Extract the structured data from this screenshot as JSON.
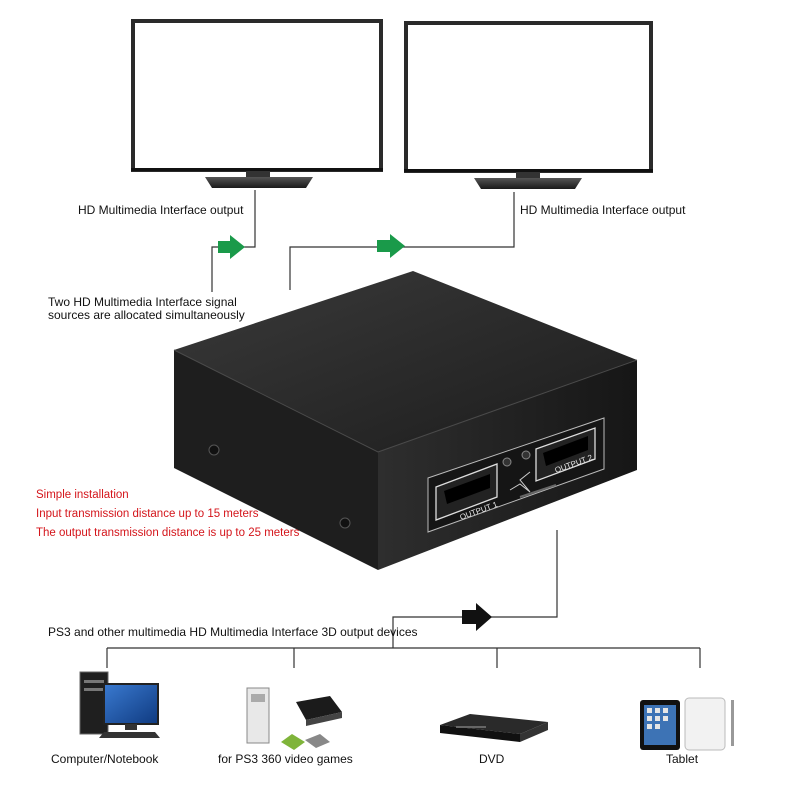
{
  "labels": {
    "output_left": "HD Multimedia Interface output",
    "output_right": "HD Multimedia Interface output",
    "sources_line1": "Two HD Multimedia Interface signal",
    "sources_line2": "sources are allocated simultaneously",
    "feature_1": "Simple installation",
    "feature_2": "Input transmission distance up to 15 meters",
    "feature_3": "The output transmission distance is up to 25 meters",
    "devices_caption": "PS3 and other multimedia HD Multimedia Interface 3D output devices",
    "device_computer": "Computer/Notebook",
    "device_games": "for PS3 360 video games",
    "device_dvd": "DVD",
    "device_tablet": "Tablet",
    "port_1": "OUTPUT 1",
    "port_2": "OUTPUT 2"
  },
  "colors": {
    "arrow_green": "#1a9a4a",
    "feature_red": "#d4151b",
    "device_body": "#2a2a2a"
  },
  "icons": [
    "monitor-icon",
    "splitter-device",
    "desktop-computer-icon",
    "game-console-icon",
    "dvd-player-icon",
    "tablet-icon"
  ]
}
